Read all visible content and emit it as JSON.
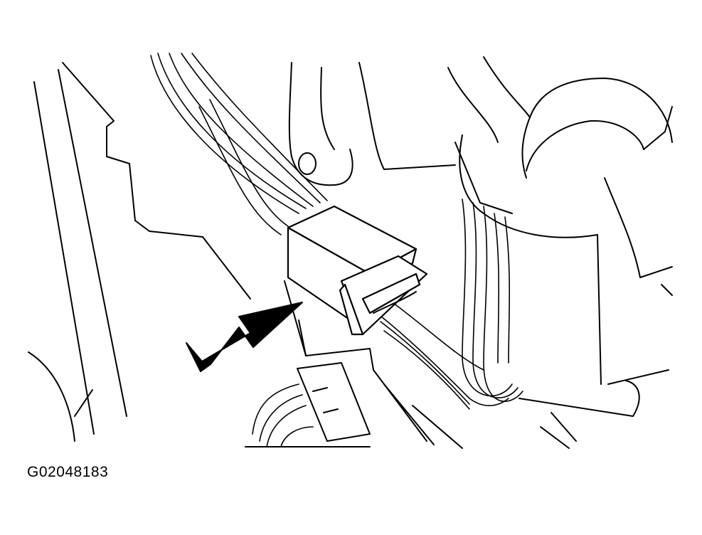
{
  "figure": {
    "code": "G02048183",
    "colors": {
      "ink": "#000000",
      "paper": "#ffffff"
    }
  },
  "callouts": [
    {
      "id": "arrow",
      "icon": "pointer-arrow-icon",
      "points_to": "connector"
    }
  ]
}
